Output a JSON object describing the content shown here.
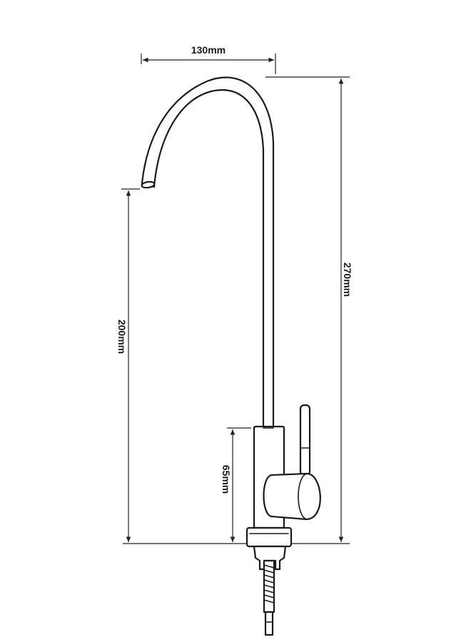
{
  "dimensions": {
    "width_label": "130mm",
    "total_height_label": "270mm",
    "spout_height_label": "200mm",
    "body_height_label": "65mm"
  },
  "colors": {
    "line": "#1a1a1a",
    "background": "#ffffff"
  }
}
